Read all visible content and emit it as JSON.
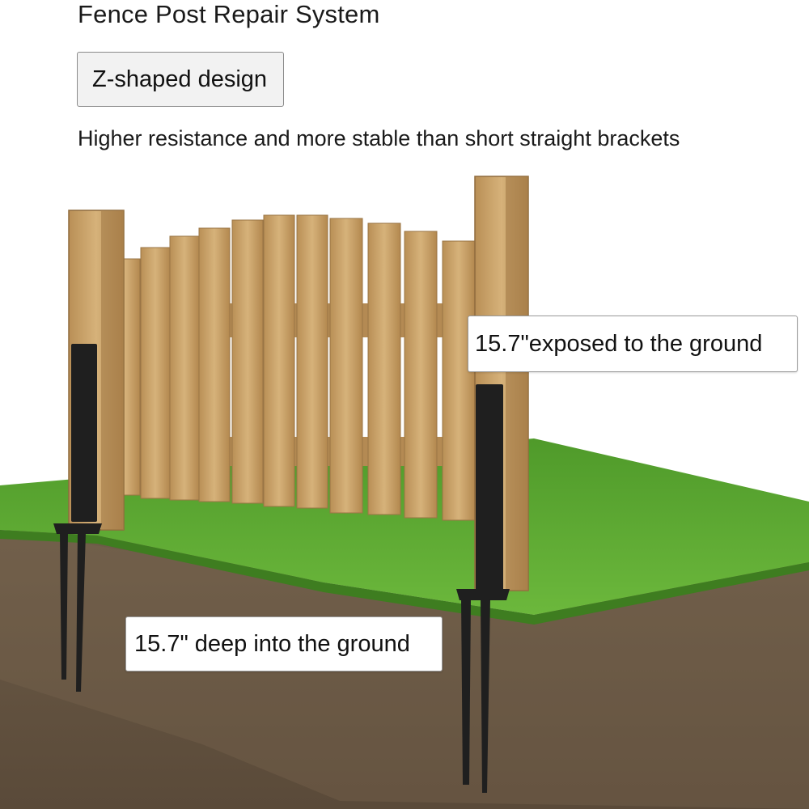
{
  "header": {
    "title": "Fence Post Repair System",
    "badge": "Z-shaped design",
    "subtitle": "Higher resistance and more stable than short straight brackets"
  },
  "callouts": {
    "exposed": "15.7\"exposed to the ground",
    "deep": "15.7\" deep into the ground"
  },
  "colors": {
    "wood": "#c9a46c",
    "wood_dark": "#a8814d",
    "grass": "#5fa832",
    "soil": "#6b5a45",
    "bracket": "#1f1f1f"
  }
}
